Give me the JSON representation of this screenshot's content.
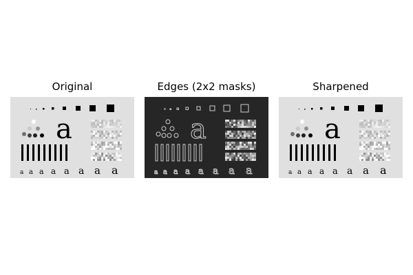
{
  "figure": {
    "panels": [
      {
        "title": "Original",
        "image": "test-pattern-original"
      },
      {
        "title": "Edges (2x2 masks)",
        "image": "test-pattern-edges"
      },
      {
        "title": "Sharpened",
        "image": "test-pattern-sharpened"
      }
    ],
    "pattern_text": {
      "big_letter": "a",
      "small_letter": "a"
    },
    "colors": {
      "light_bg": "#e0e0e0",
      "dark_bg": "#262626",
      "ink": "#000000",
      "edge_ink": "#cfcfcf"
    }
  }
}
